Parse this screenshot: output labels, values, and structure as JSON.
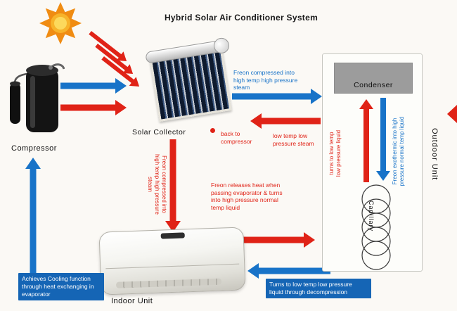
{
  "title": "Hybrid Solar Air Conditioner System",
  "labels": {
    "compressor": "Compressor",
    "solar_collector": "Solar Collector",
    "indoor_unit": "Indoor Unit",
    "outdoor_unit": "Outdoor Unit",
    "condenser": "Condenser",
    "capillary": "Capillary"
  },
  "annotations": {
    "freon_compressed_steam_blue": "Freon compressed into\nhigh temp high pressure\nsteam",
    "back_to_compressor": "back to\ncompressor",
    "low_temp_low_pressure_steam": "low temp low\npressure steam",
    "freon_compressed_steam_red_vertical": "Freon compressed into\nhigh temp high pressure\nsteam",
    "turns_to_low_temp_low_pressure_liquid": "turns to low temp\nlow pressure liquid",
    "freon_exothermic": "Freon exothermic into high\npressure normal temp liquid",
    "freon_releases_heat": "Freon releases heat when\npassing evaporator & turns\ninto high pressure normal\ntemp liquid",
    "turns_to_low_temp_decompression": "Turns to low temp low pressure\nliquid through decompression",
    "achieves_cooling": "Achieves Cooling function\nthrough heat exchanging in\nevaporator"
  },
  "icons": {
    "sun": "sun-icon"
  },
  "colors": {
    "red": "#e02317",
    "blue": "#1873c8",
    "box_blue": "#1565b5",
    "condenser_gray": "#9c9c9c",
    "sun_orange": "#f08c12"
  }
}
